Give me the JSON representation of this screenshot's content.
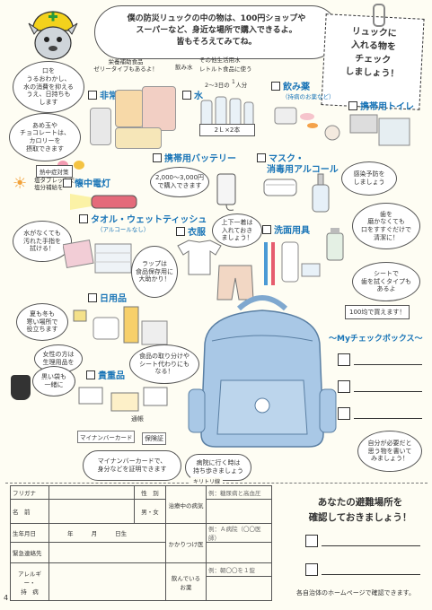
{
  "intro": {
    "line1": "僕の防災リュックの中の物は、100円ショップや",
    "line2": "スーパーなど、身近な場所で購入できるよ。",
    "line3": "皆もそろえてみてね。"
  },
  "checklist_title": {
    "line1": "リュックに",
    "line2": "入れる物を",
    "line3": "チェック",
    "line4": "しましょう！"
  },
  "bubbles": {
    "mouth": {
      "l1": "口を",
      "l2": "うるおわかし、",
      "l3": "水の消費を抑える",
      "l4": "うえ、日持ちも",
      "l5": "します"
    },
    "choco": {
      "l1": "あめ玉や",
      "l2": "チョコレートは、",
      "l3": "カロリーを",
      "l4": "摂取できます"
    },
    "battery": {
      "l1": "2,000〜3,000円",
      "l2": "で購入できます"
    },
    "water_hands": {
      "l1": "水がなくても",
      "l2": "汚れた手指を",
      "l3": "拭ける！"
    },
    "clothes": {
      "l1": "上下一着は",
      "l2": "入れておき",
      "l3": "ましょう！"
    },
    "infection": {
      "l1": "感染予防を",
      "l2": "しましょう"
    },
    "teeth": {
      "l1": "歯を",
      "l2": "磨かなくても",
      "l3": "口をすすぐだけで",
      "l4": "清潔に！"
    },
    "sheet": {
      "l1": "シートで",
      "l2": "歯を拭くタイプも",
      "l3": "あるよ"
    },
    "wrap": {
      "l1": "ラップは",
      "l2": "食品保存用に",
      "l3": "大助かり！"
    },
    "summer": {
      "l1": "夏も冬も",
      "l2": "寒い場所で",
      "l3": "役立ちます"
    },
    "women": {
      "l1": "女性の方は",
      "l2": "生理用品を"
    },
    "blackbag": {
      "l1": "黒い袋も",
      "l2": "一緒に"
    },
    "food_share": {
      "l1": "食品の取り分けや",
      "l2": "シート代わりにも",
      "l3": "なる！"
    },
    "mynumber": {
      "l1": "マイナンバーカードで、",
      "l2": "身分などを証明できます"
    },
    "hospital": {
      "l1": "病院に行く時は",
      "l2": "持ち歩きましょう"
    },
    "myself": {
      "l1": "自分が必要だと",
      "l2": "思う物を書いて",
      "l3": "みましょう！"
    }
  },
  "notes": {
    "snack": {
      "l1": "栄養補助食品",
      "l2": "ゼリータイプもあるよ！"
    },
    "water_n1": "飲み水",
    "water_n2": "その他生活用水",
    "water_n3": "レトルト食品に使う",
    "water_n4": "2〜3日の　人分",
    "water_n5": "1",
    "water_label": "2Ｌ×2本",
    "heatstroke": "熱中症対策",
    "salt": "塩タブレットで\n塩分補給を",
    "yen100": "100均で買えます！",
    "mybox": "〜Myチェックボックス〜",
    "cut": "キリトリ線",
    "card": "マイナンバーカード",
    "insurance": "保険証",
    "passbook": "通帳",
    "page": "4"
  },
  "categories": {
    "food": "非常食",
    "water": "水",
    "medicine": "飲み薬",
    "medicine_sub": "（持病のお薬など）",
    "toilet": "携帯用トイレ",
    "battery": "携帯用バッテリー",
    "mask": "マスク・",
    "mask2": "消毒用アルコール",
    "flashlight": "懐中電灯",
    "towel": "タオル・ウェットティッシュ",
    "towel_sub": "（アルコールなし）",
    "clothes": "衣服",
    "washing": "洗面用具",
    "daily": "日用品",
    "valuables": "貴重品"
  },
  "form": {
    "furigana": "フリガナ",
    "sex_label": "性　別",
    "name": "名　前",
    "sex_value": "男・女",
    "hospital_label": "治療中の病気",
    "hospital_hint": "例：糖尿病と高血圧",
    "birth": "生年月日",
    "year": "年",
    "month": "月",
    "day": "日生",
    "doctor_label": "かかりつけ医",
    "doctor_hint": "例：Ａ病院（〇〇医師）",
    "emergency": "緊急連絡先",
    "allergy": "アレルギー・",
    "chronic": "持　病",
    "drug_label": "飲んでいる",
    "drug_label2": "お薬",
    "drug_hint": "例：朝〇〇を１錠"
  },
  "shelter": {
    "title1": "あなたの避難場所を",
    "title2": "確認しておきましょう！",
    "footer": "各自治体のホームページで確認できます。"
  },
  "colors": {
    "accent": "#1a75b7",
    "bag": "#a9c8e6",
    "bg": "#fefdf3"
  }
}
